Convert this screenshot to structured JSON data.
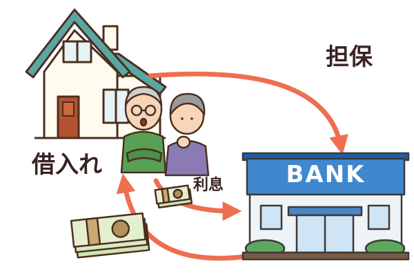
{
  "labels": {
    "collateral": "担保",
    "borrowing": "借入れ",
    "interest": "利息"
  },
  "bank": {
    "sign_text": "BANK"
  },
  "colors": {
    "arrow": "#ee6e50",
    "house_roof": "#5aa7a2",
    "house_wall": "#fffbee",
    "bank_sign": "#3f87cf",
    "bank_roof": "#1c5fa8",
    "banknote": "#cfe3b5"
  },
  "icons": {
    "house": "house-icon",
    "bank": "bank-icon",
    "elderly_couple": "elderly-couple-icon",
    "money": "banknote-bundle-icon"
  }
}
